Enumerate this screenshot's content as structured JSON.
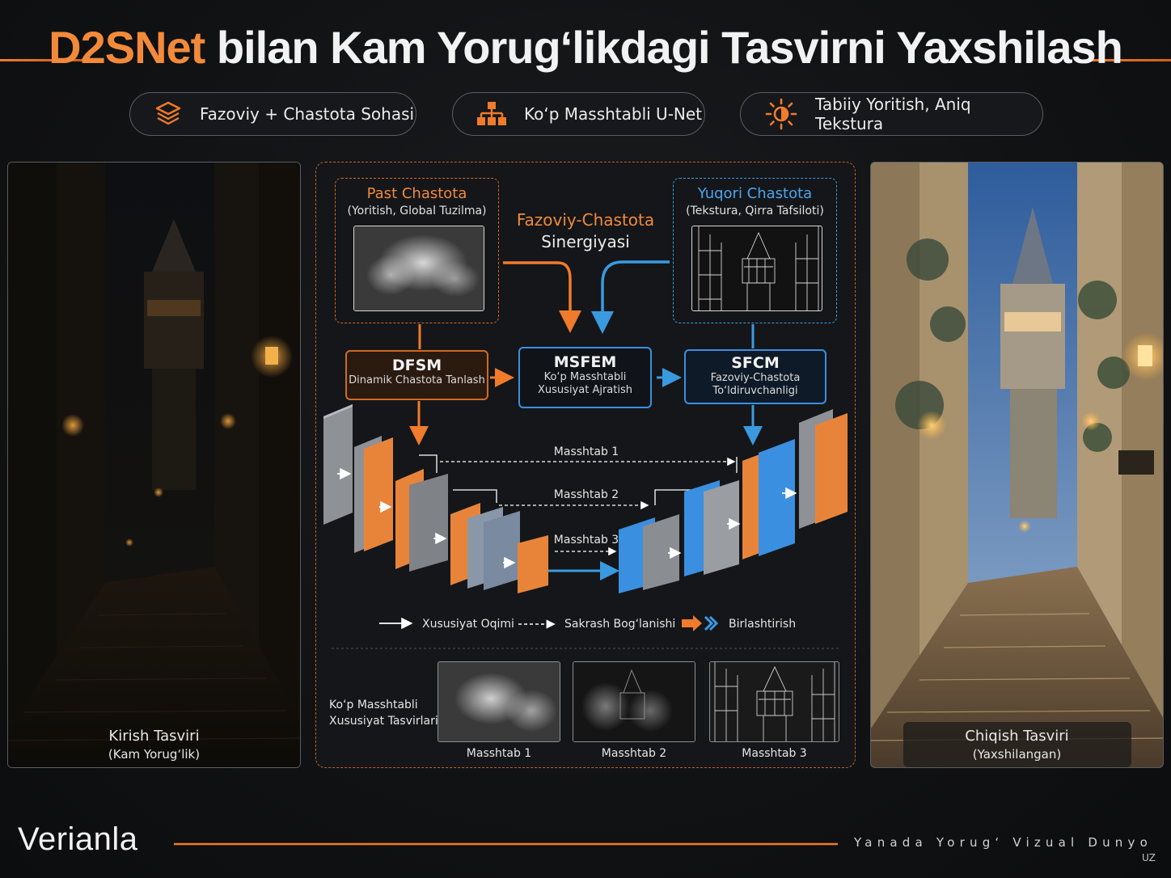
{
  "title": {
    "accent": "D2SNet",
    "rest": " bilan Kam Yorug‘likdagi Tasvirni Yaxshilash"
  },
  "pills": [
    {
      "label": "Fazoviy + Chastota Sohasi",
      "icon": "layers-icon"
    },
    {
      "label": "Ko‘p Masshtabli U-Net",
      "icon": "hierarchy-icon"
    },
    {
      "label": "Tabiiy Yoritish, Aniq Tekstura",
      "icon": "sun-icon"
    }
  ],
  "input_panel": {
    "title": "Kirish Tasviri",
    "subtitle": "(Kam Yorug‘lik)"
  },
  "output_panel": {
    "title": "Chiqish Tasviri",
    "subtitle": "(Yaxshilangan)"
  },
  "low_freq": {
    "title": "Past Chastota",
    "subtitle": "(Yoritish, Global Tuzilma)"
  },
  "high_freq": {
    "title": "Yuqori Chastota",
    "subtitle": "(Tekstura, Qirra Tafsiloti)"
  },
  "synergy": {
    "line1": "Fazoviy-Chastota",
    "line2": "Sinergiyasi"
  },
  "modules": {
    "dfsm": {
      "title": "DFSM",
      "line1": "Dinamik Chastota Tanlash"
    },
    "msfem": {
      "title": "MSFEM",
      "line1": "Ko‘p Masshtabli",
      "line2": "Xususiyat Ajratish"
    },
    "sfcm": {
      "title": "SFCM",
      "line1": "Fazoviy-Chastota",
      "line2": "To‘ldiruvchanligi"
    }
  },
  "scales": {
    "s1": "Masshtab 1",
    "s2": "Masshtab 2",
    "s3": "Masshtab 3"
  },
  "legend": {
    "flow": "Xususiyat Oqimi",
    "skip": "Sakrash Bog‘lanishi",
    "fusion": "Birlashtirish"
  },
  "feature_maps": {
    "label_line1": "Ko‘p Masshtabli",
    "label_line2": "Xususiyat Tasvirlari",
    "thumbs": [
      "Masshtab 1",
      "Masshtab 2",
      "Masshtab 3"
    ]
  },
  "footer": {
    "brand": "Verianla",
    "tagline": "Yanada Yorug‘ Vizual Dunyo",
    "lang": "UZ"
  },
  "colors": {
    "orange": "#f07b2a",
    "blue": "#3a8fe0",
    "grey": "#8a8d92"
  }
}
